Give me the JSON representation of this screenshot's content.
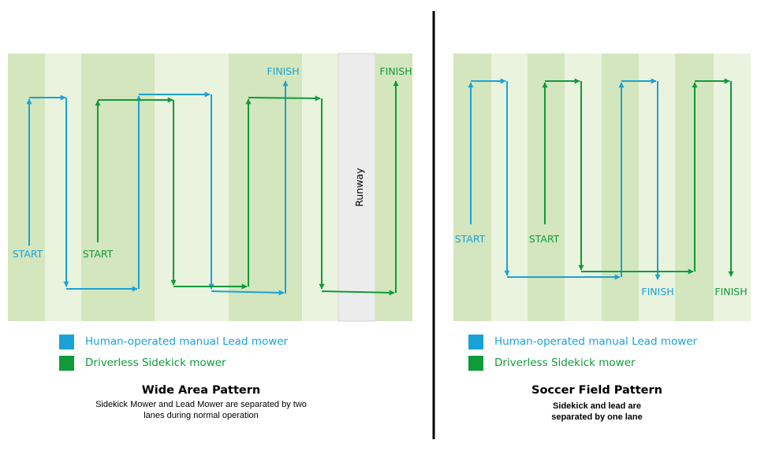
{
  "colors": {
    "lead": "#1aa2d6",
    "sidekick": "#0f9a3c",
    "lane_dark": "#d3e6bd",
    "lane_light": "#e9f3de",
    "runway": "#ececec",
    "divider": "#000000"
  },
  "labels": {
    "start": "START",
    "finish": "FINISH",
    "runway": "Runway"
  },
  "legend": {
    "lead": "Human-operated manual Lead mower",
    "sidekick": "Driverless Sidekick mower"
  },
  "wide_area": {
    "title": "Wide Area Pattern",
    "subtitle_line1": "Sidekick Mower and Lead Mower are separated by two",
    "subtitle_line2": "lanes during normal operation"
  },
  "soccer": {
    "title": "Soccer Field Pattern",
    "subtitle_line1": "Sidekick and lead are",
    "subtitle_line2": "separated by one lane"
  }
}
